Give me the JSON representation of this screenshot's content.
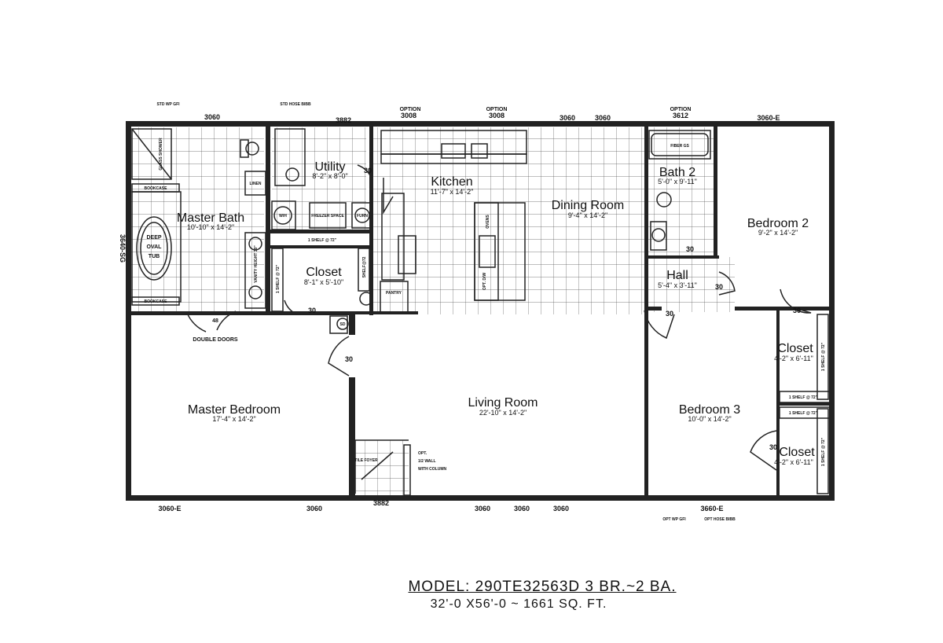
{
  "rooms": {
    "master_bath": {
      "name": "Master Bath",
      "dims": "10'-10\" x 14'-2\""
    },
    "utility": {
      "name": "Utility",
      "dims": "8'-2\" x 8'-0\""
    },
    "kitchen": {
      "name": "Kitchen",
      "dims": "11'-7\" x 14'-2\""
    },
    "dining": {
      "name": "Dining Room",
      "dims": "9'-4\" x 14'-2\""
    },
    "bath2": {
      "name": "Bath 2",
      "dims": "5'-0\" x 9'-11\""
    },
    "bedroom2": {
      "name": "Bedroom 2",
      "dims": "9'-2\" x 14'-2\""
    },
    "closet_master": {
      "name": "Closet",
      "dims": "8'-1\" x 5'-10\""
    },
    "hall": {
      "name": "Hall",
      "dims": "5'-4\" x 3'-11\""
    },
    "master_bedroom": {
      "name": "Master Bedroom",
      "dims": "17'-4\" x 14'-2\""
    },
    "living": {
      "name": "Living Room",
      "dims": "22'-10\" x 14'-2\""
    },
    "bedroom3": {
      "name": "Bedroom 3",
      "dims": "10'-0\" x 14'-2\""
    },
    "closet_b3_upper": {
      "name": "Closet",
      "dims": "4'-2\" x 6'-11\""
    },
    "closet_b3_lower": {
      "name": "Closet",
      "dims": "4'-2\" x 6'-11\""
    }
  },
  "windows": {
    "top": [
      "3060",
      "3882",
      "3008",
      "3008",
      "3060",
      "3060",
      "3612",
      "3060-E"
    ],
    "bottom": [
      "3060-E",
      "3060",
      "3882",
      "3060",
      "3060",
      "3060",
      "3660-E"
    ],
    "side": "3640-SG"
  },
  "options": {
    "top_a": "OPTION",
    "top_b": "OPTION",
    "top_c": "OPTION",
    "std_wp_gfi": "STD WP GFI",
    "std_hose_bibb": "STD HOSE BIBB",
    "opt_wp_gfi": "OPT WP GFI",
    "opt_hose_bibb": "OPT HOSE BIBB"
  },
  "fixtures": {
    "bookcase_top": "BOOKCASE",
    "bookcase_bottom": "BOOKCASE",
    "tub_line1": "DEEP",
    "tub_line2": "OVAL",
    "tub_line3": "TUB",
    "linen": "LINEN",
    "wh": "W/H",
    "freezer": "FREEZER SPACE",
    "furn": "FURN",
    "vanity": "VANITY HEIGHT 30\"",
    "shelf_master_closet": "1 SHELF @ 72\"",
    "shelf_side": "1 SHELF @ 72\"",
    "shelf_side2": "SHELF@72",
    "shelf_b3_a": "1 SHELF @ 72\"",
    "shelf_b3_b": "1 SHELF @ 72\"",
    "shelf_b3_c": "1 SHELF @ 72\"",
    "shelf_b3_d": "1 SHELF @ 72\"",
    "pantry": "PANTRY",
    "sd": "SD",
    "ovens": "OVENS",
    "opt_dw": "OPT. D/W",
    "fiber_tub": "FIBER GS",
    "double_doors": "DOUBLE DOORS",
    "d48": "48",
    "foyer": "TILE FOYER",
    "half_wall_1": "OPT.",
    "half_wall_2": "1/2 WALL",
    "half_wall_3": "WITH COLUMN",
    "glass_shower": "GLASS SHOWER"
  },
  "doors": {
    "d_util": "30",
    "d_closet": "30",
    "d_ent": "30",
    "d_living": "30",
    "d_hall": "30",
    "d_bath2": "30",
    "d_br2": "30",
    "d_bed3": "30",
    "d_cl3": "30",
    "d_util2": "30",
    "d_ent2": "30"
  },
  "title": {
    "model": "MODEL: 290TE32563D  3 BR.~2 BA.",
    "size": "32'-0 X56'-0 ~ 1661 SQ. FT."
  }
}
